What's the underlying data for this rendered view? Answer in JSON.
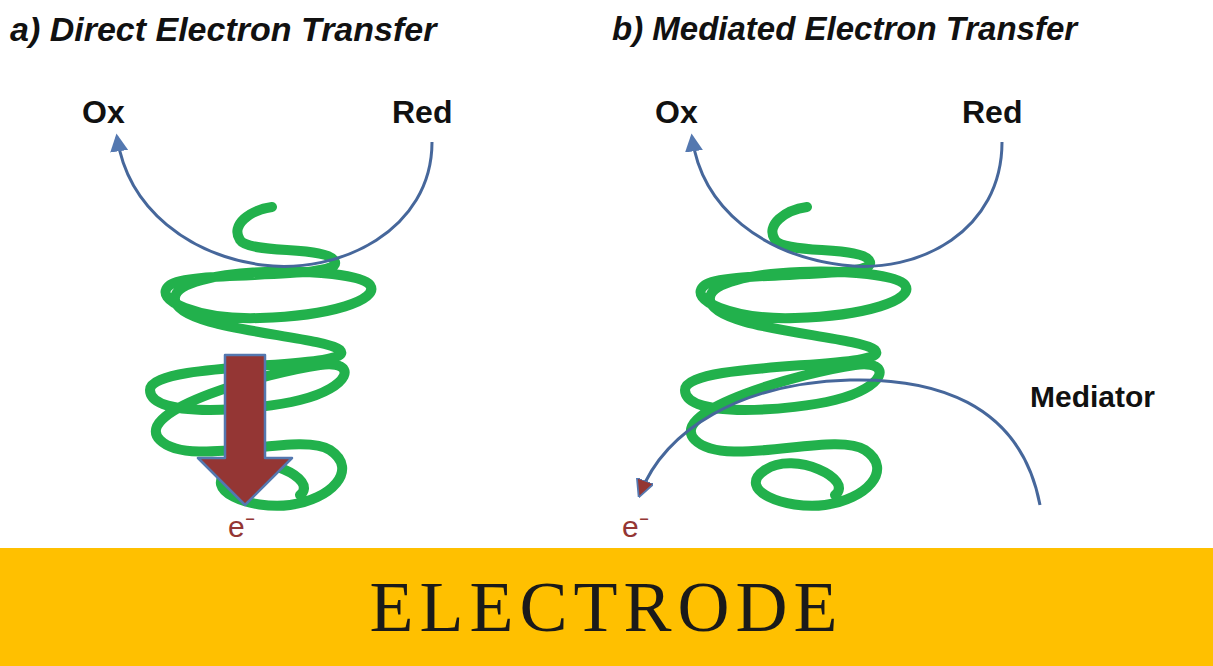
{
  "diagram": {
    "nodes": [
      {
        "text": [
          "ELECTRODE"
        ]
      }
    ],
    "labels": [
      "a) Direct Electron Transfer",
      "b) Mediated Electron Transfer",
      "Ox",
      "Red",
      "Ox",
      "Red",
      "Mediator",
      "e⁻",
      "e⁻"
    ]
  }
}
